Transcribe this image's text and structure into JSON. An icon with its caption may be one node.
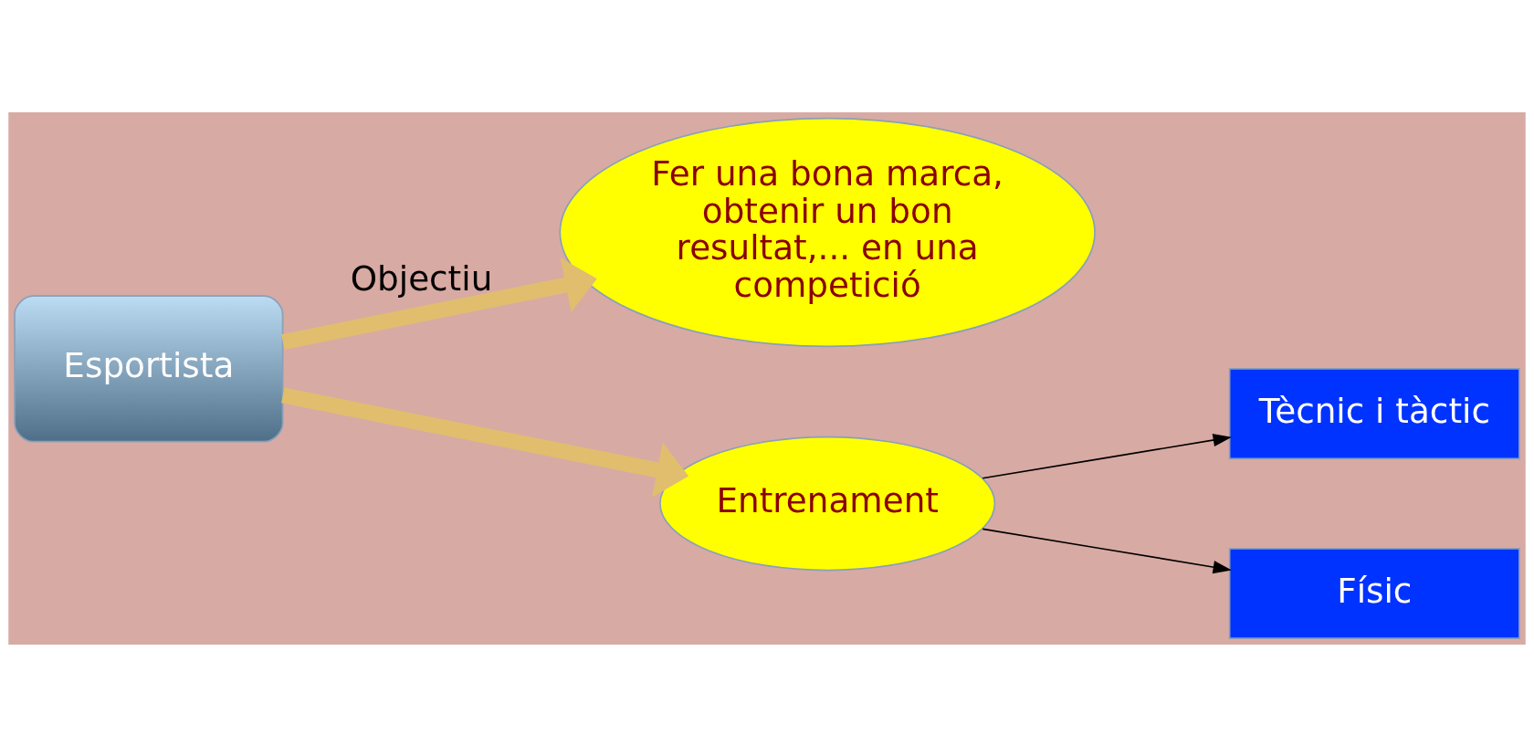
{
  "diagram": {
    "nodes": [
      {
        "text": [
          "Esportista"
        ]
      },
      {
        "text": [
          "Fer una bona marca, obtenir un bon resultat,... en una competició"
        ]
      },
      {
        "text": [
          "Entrenament"
        ]
      },
      {
        "text": [
          "Tècnic i tàctic"
        ]
      },
      {
        "text": [
          "Físic"
        ]
      }
    ],
    "edges": [
      {
        "from": 0,
        "to": 1,
        "arrow": "to",
        "label": "Objectiu",
        "style": "thick",
        "color": "#e0be6e"
      },
      {
        "from": 0,
        "to": 2,
        "arrow": "to",
        "style": "thick",
        "color": "#e0be6e"
      },
      {
        "from": 2,
        "to": 3,
        "arrow": "to",
        "color": "#000000"
      },
      {
        "from": 2,
        "to": 4,
        "arrow": "to",
        "color": "#000000"
      }
    ]
  }
}
